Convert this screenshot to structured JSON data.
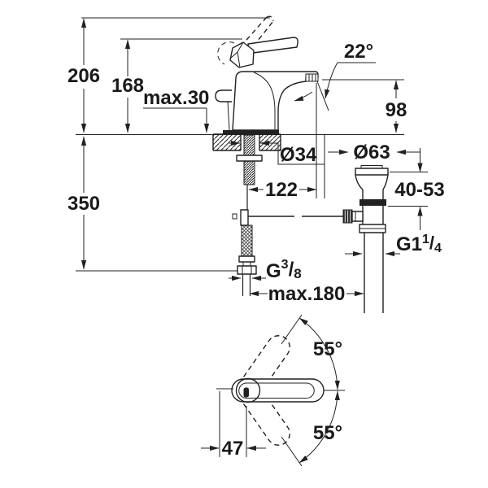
{
  "colors": {
    "line": "#212121",
    "text": "#1a1a1a",
    "bg": "#ffffff"
  },
  "drawing": {
    "type": "technical-dimension-drawing",
    "subject": "single-lever basin mixer faucet with pop-up waste, side view, below-deck connections and top view of handle swing",
    "dims": {
      "total_height": "206",
      "lever_height": "168",
      "deck_thickness": "max.30",
      "spout_angle": "22°",
      "spout_height": "98",
      "hole_dia": "Ø34",
      "drain_dia": "Ø63",
      "projection": "122",
      "basin_thickness": "40-53",
      "below_deck": "350",
      "hose_reach": "max.180",
      "swing_upper": "55°",
      "swing_lower": "55°",
      "handle_offset": "47",
      "drain_thread": {
        "prefix": "G1",
        "sup": "1",
        "slash": "/",
        "sub": "4"
      },
      "supply_thread": {
        "prefix": "G",
        "sup": "3",
        "slash": "/",
        "sub": "8"
      }
    }
  }
}
